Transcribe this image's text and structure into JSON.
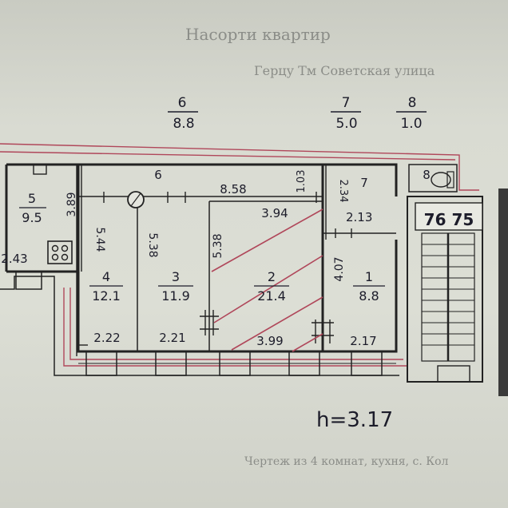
{
  "header": {
    "line1": "Насорти квартир",
    "line2": "Герцу Тм Советская улица"
  },
  "summary": [
    {
      "num": "6",
      "area": "8.8"
    },
    {
      "num": "7",
      "area": "5.0"
    },
    {
      "num": "8",
      "area": "1.0"
    }
  ],
  "rooms": [
    {
      "num": "1",
      "area": "8.8"
    },
    {
      "num": "2",
      "area": "21.4"
    },
    {
      "num": "3",
      "area": "11.9"
    },
    {
      "num": "4",
      "area": "12.1"
    },
    {
      "num": "5",
      "area": "9.5"
    },
    {
      "num": "6"
    },
    {
      "num": "7"
    },
    {
      "num": "8"
    }
  ],
  "dimensions": {
    "corridor_length": "8.58",
    "room2_diag": "3.94",
    "room2_height": "5.38",
    "room3_height": "5.38",
    "room4_height": "5.44",
    "room5_height": "3.89",
    "room5_width": "2.43",
    "door_a": "1.03",
    "door_b": "2.34",
    "room7_width": "2.13",
    "room1_height": "4.07",
    "room4_width": "2.22",
    "room3_width": "2.21",
    "room2_width": "3.99",
    "room1_width": "2.17"
  },
  "stair_label": "76 75",
  "ceiling_height": "h=3.17",
  "footer_text": "Чертеж из 4 комнат, кухня, с. Кол"
}
